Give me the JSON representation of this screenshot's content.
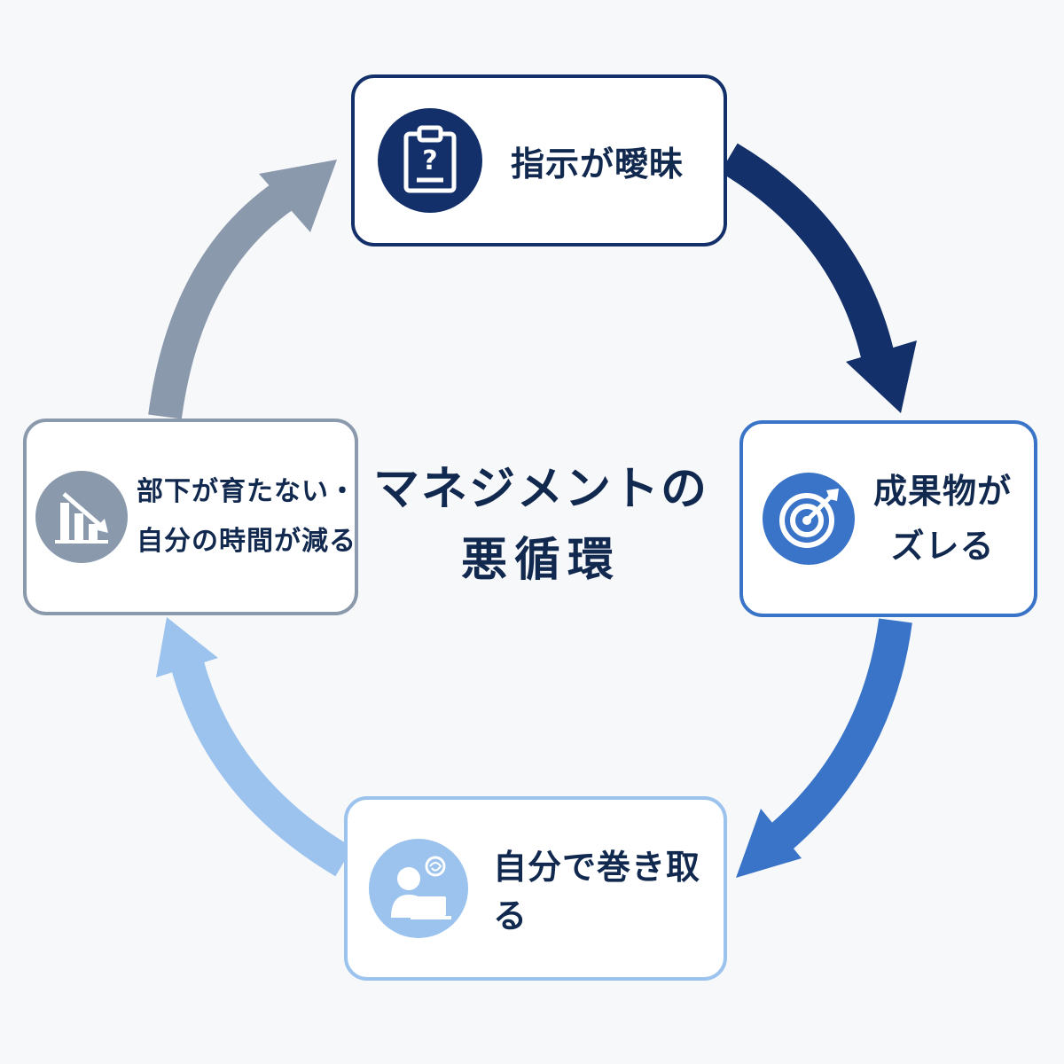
{
  "center_title": {
    "line1": "マネジメントの",
    "line2": "悪循環"
  },
  "steps": {
    "top": {
      "label": "指示が曖昧",
      "icon": "clipboard-question-icon",
      "color": "#13306a"
    },
    "right": {
      "line1": "成果物が",
      "line2": "ズレる",
      "icon": "target-icon",
      "color": "#3a74c8"
    },
    "bottom": {
      "label": "自分で巻き取る",
      "icon": "person-laptop-stress-icon",
      "color": "#9cc3ee"
    },
    "left": {
      "line1": "部下が育たない・",
      "line2": "自分の時間が減る",
      "icon": "declining-chart-icon",
      "color": "#8b99ad"
    }
  },
  "arrows": {
    "top_to_right": "#13306a",
    "right_to_bottom": "#3a74c8",
    "bottom_to_left": "#9cc3ee",
    "left_to_top": "#8b99ad"
  }
}
